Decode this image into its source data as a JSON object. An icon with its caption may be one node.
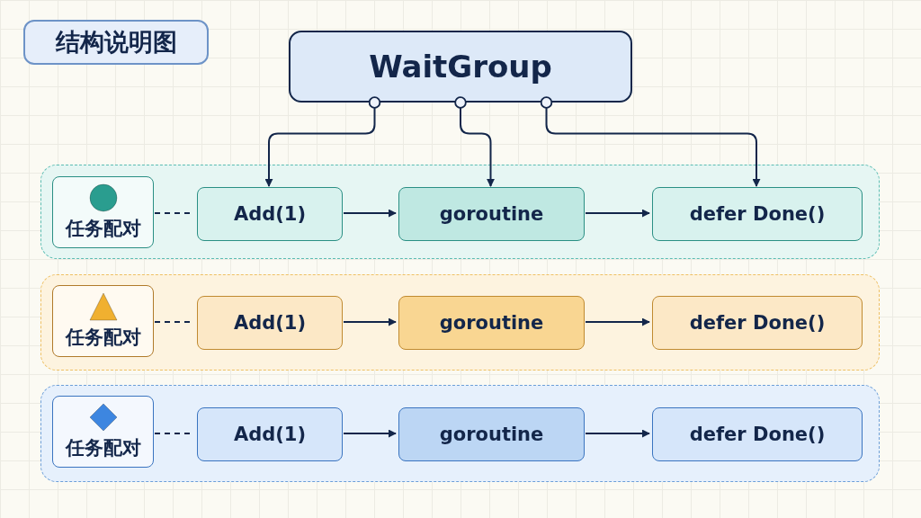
{
  "diagram": {
    "title": "结构说明图",
    "nodes": [
      {
        "text": [
          "WaitGroup"
        ]
      },
      {
        "text": [],
        "shape": "box"
      },
      {
        "text": [
          "任务配对"
        ],
        "in": 1
      },
      {
        "text": [
          "Add(1)"
        ],
        "in": 1
      },
      {
        "text": [
          "goroutine"
        ],
        "in": 1
      },
      {
        "text": [
          "defer Done()"
        ],
        "in": 1
      },
      {
        "text": [],
        "shape": "box"
      },
      {
        "text": [
          "任务配对"
        ],
        "in": 6
      },
      {
        "text": [
          "Add(1)"
        ],
        "in": 6
      },
      {
        "text": [
          "goroutine"
        ],
        "in": 6
      },
      {
        "text": [
          "defer Done()"
        ],
        "in": 6
      },
      {
        "text": [],
        "shape": "box"
      },
      {
        "text": [
          "任务配对"
        ],
        "in": 11
      },
      {
        "text": [
          "Add(1)"
        ],
        "in": 11
      },
      {
        "text": [
          "goroutine"
        ],
        "in": 11
      },
      {
        "text": [
          "defer Done()"
        ],
        "in": 11
      }
    ],
    "edges": [
      {
        "from": 0,
        "to": 3,
        "arrow": "to"
      },
      {
        "from": 0,
        "to": 4,
        "arrow": "to"
      },
      {
        "from": 0,
        "to": 5,
        "arrow": "to"
      },
      {
        "from": 2,
        "to": 3,
        "arrow": "none",
        "style": "dashed"
      },
      {
        "from": 3,
        "to": 4,
        "arrow": "to"
      },
      {
        "from": 4,
        "to": 5,
        "arrow": "to"
      },
      {
        "from": 7,
        "to": 8,
        "arrow": "none",
        "style": "dashed"
      },
      {
        "from": 8,
        "to": 9,
        "arrow": "to"
      },
      {
        "from": 9,
        "to": 10,
        "arrow": "to"
      },
      {
        "from": 12,
        "to": 13,
        "arrow": "none",
        "style": "dashed"
      },
      {
        "from": 13,
        "to": 14,
        "arrow": "to"
      },
      {
        "from": 14,
        "to": 15,
        "arrow": "to"
      }
    ]
  }
}
